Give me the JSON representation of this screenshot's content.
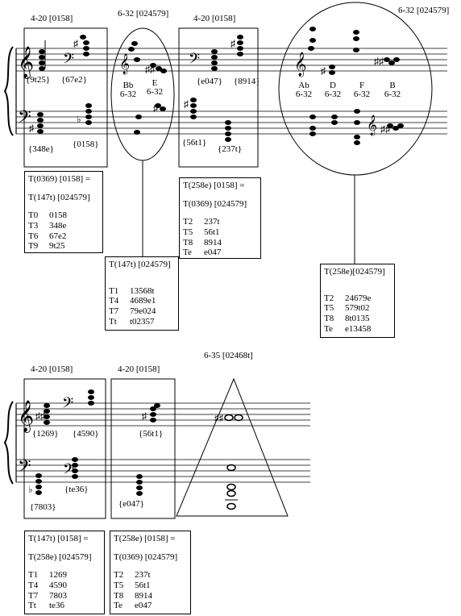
{
  "system1": {
    "headings": [
      "4-20 [0158]",
      "6-32 [024579]",
      "4-20 [0158]",
      "6-32 [024579]"
    ],
    "treble_sets": [
      "{9t25}",
      "{67e2}",
      "{e047}",
      "{8914}"
    ],
    "bass_sets": [
      "{348e}",
      "{0158}",
      "{56t1}",
      "{237t}"
    ],
    "roots_small": [
      {
        "name": "Bb",
        "set": "6-32"
      },
      {
        "name": "E",
        "set": "6-32"
      }
    ],
    "roots_big": [
      {
        "name": "Ab",
        "set": "6-32"
      },
      {
        "name": "D",
        "set": "6-32"
      },
      {
        "name": "F",
        "set": "6-32"
      },
      {
        "name": "B",
        "set": "6-32"
      }
    ],
    "box_a": {
      "line1": "T(0369) [0158] =",
      "line2": "T(147t) [024579]",
      "rows": [
        [
          "T0",
          "0158"
        ],
        [
          "T3",
          "348e"
        ],
        [
          "T6",
          "67e2"
        ],
        [
          "T9",
          "9t25"
        ]
      ]
    },
    "box_b": {
      "line1": "T(147t) [024579]",
      "rows": [
        [
          "T1",
          "13568t"
        ],
        [
          "T4",
          "4689e1"
        ],
        [
          "T7",
          "79e024"
        ],
        [
          "Tt",
          "t02357"
        ]
      ]
    },
    "box_c": {
      "line1": "T(258e) [0158] =",
      "line2": "T(0369) [024579]",
      "rows": [
        [
          "T2",
          "237t"
        ],
        [
          "T5",
          "56t1"
        ],
        [
          "T8",
          "8914"
        ],
        [
          "Te",
          "e047"
        ]
      ]
    },
    "box_d": {
      "line1": "T(258e)[024579]",
      "rows": [
        [
          "T2",
          "24679e"
        ],
        [
          "T5",
          "579t02"
        ],
        [
          "T8",
          "8t0135"
        ],
        [
          "Te",
          "e13458"
        ]
      ]
    }
  },
  "system2": {
    "headings": [
      "4-20 [0158]",
      "4-20 [0158]",
      "6-35 [02468t]"
    ],
    "treble_sets": [
      "{1269}",
      "{4590}",
      "{56t1}"
    ],
    "bass_sets": [
      "{te36}",
      "{7803}",
      "{e047}"
    ],
    "box_e": {
      "line1": "T(147t) [0158] =",
      "line2": "T(258e) [024579]",
      "rows": [
        [
          "T1",
          "1269"
        ],
        [
          "T4",
          "4590"
        ],
        [
          "T7",
          "7803"
        ],
        [
          "Tt",
          "te36"
        ]
      ]
    },
    "box_f": {
      "line1": "T(258e) [0158] =",
      "line2": "T(0369) [024579]",
      "rows": [
        [
          "T2",
          "237t"
        ],
        [
          "T5",
          "56t1"
        ],
        [
          "T8",
          "8914"
        ],
        [
          "Te",
          "e047"
        ]
      ]
    }
  }
}
